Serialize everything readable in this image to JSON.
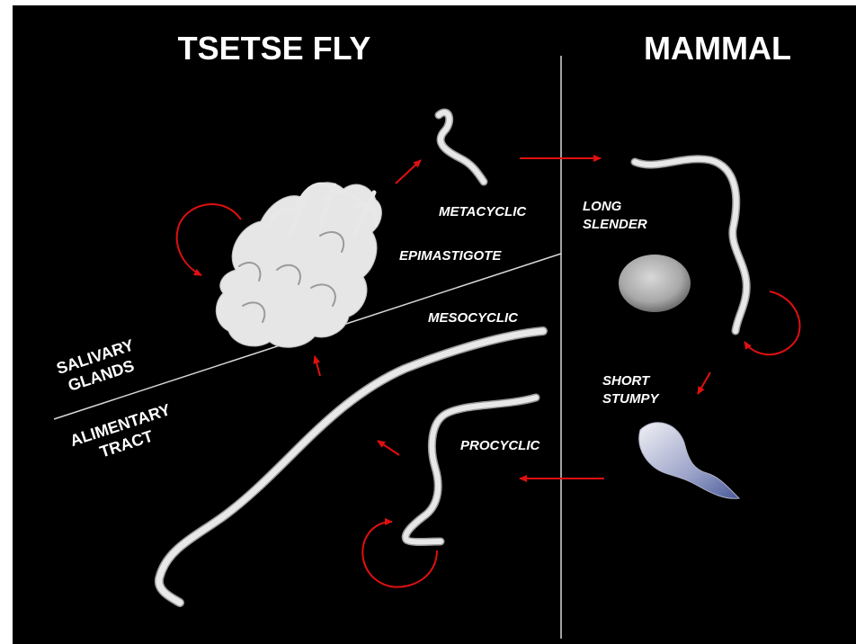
{
  "headers": {
    "left": "TSETSE FLY",
    "right": "MAMMAL"
  },
  "zones": {
    "upper_line1": "SALIVARY",
    "upper_line2": "GLANDS",
    "lower_line1": "ALIMENTARY",
    "lower_line2": "TRACT"
  },
  "stages": {
    "metacyclic": "METACYCLIC",
    "epimastigote": "EPIMASTIGOTE",
    "mesocyclic": "MESOCYCLIC",
    "procyclic": "PROCYCLIC",
    "long_slender_line1": "LONG",
    "long_slender_line2": "SLENDER",
    "short_stumpy_line1": "SHORT",
    "short_stumpy_line2": "STUMPY"
  },
  "colors": {
    "background": "#000000",
    "text": "#ffffff",
    "arrow": "#e01010",
    "divider": "#d8d8d8",
    "cell": "#e6e6e6",
    "stumpy_tint": "#4a5a9a"
  }
}
